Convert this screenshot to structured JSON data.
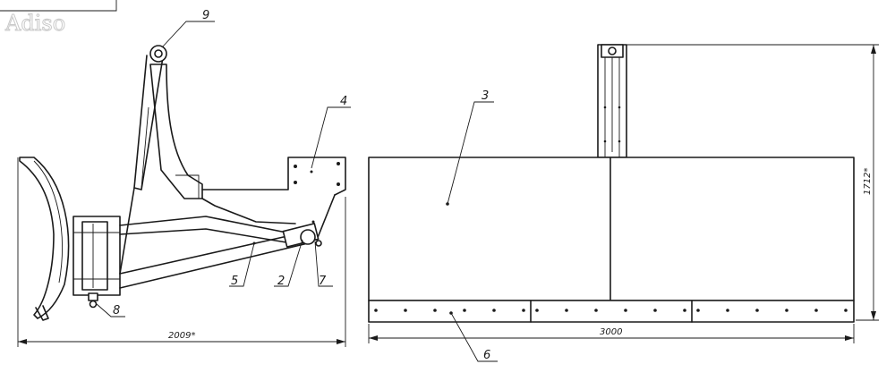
{
  "watermark": "Adiso",
  "callouts": {
    "c9": "9",
    "c4": "4",
    "c5": "5",
    "c2": "2",
    "c7": "7",
    "c8": "8",
    "c3": "3",
    "c6": "6"
  },
  "dimensions": {
    "side_length": "2009*",
    "front_width": "3000",
    "front_height": "1712*"
  },
  "colors": {
    "ink": "#1a1a1a",
    "watermark": "#c9c9c9",
    "background": "#ffffff"
  }
}
